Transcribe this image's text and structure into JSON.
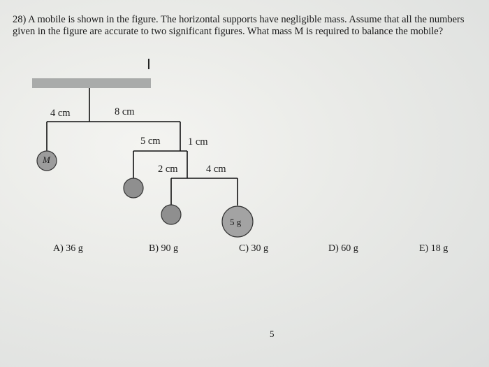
{
  "question": {
    "number": "28)",
    "text": "A mobile is shown in the figure. The horizontal supports have negligible mass. Assume that all the numbers given in the figure are accurate to two significant figures. What mass M is required to balance the mobile?"
  },
  "figure": {
    "top_left_arm": "4 cm",
    "top_right_arm": "8 cm",
    "middle_left_arm": "5 cm",
    "middle_right_arm": "1 cm",
    "bottom_left_arm": "2 cm",
    "bottom_right_arm": "4 cm",
    "unknown_mass_label": "M",
    "known_mass_label": "5 g"
  },
  "choices": [
    {
      "label": "A) 36 g"
    },
    {
      "label": "B) 90 g"
    },
    {
      "label": "C) 30 g"
    },
    {
      "label": "D) 60 g"
    },
    {
      "label": "E) 18 g"
    }
  ],
  "page_number": "5"
}
